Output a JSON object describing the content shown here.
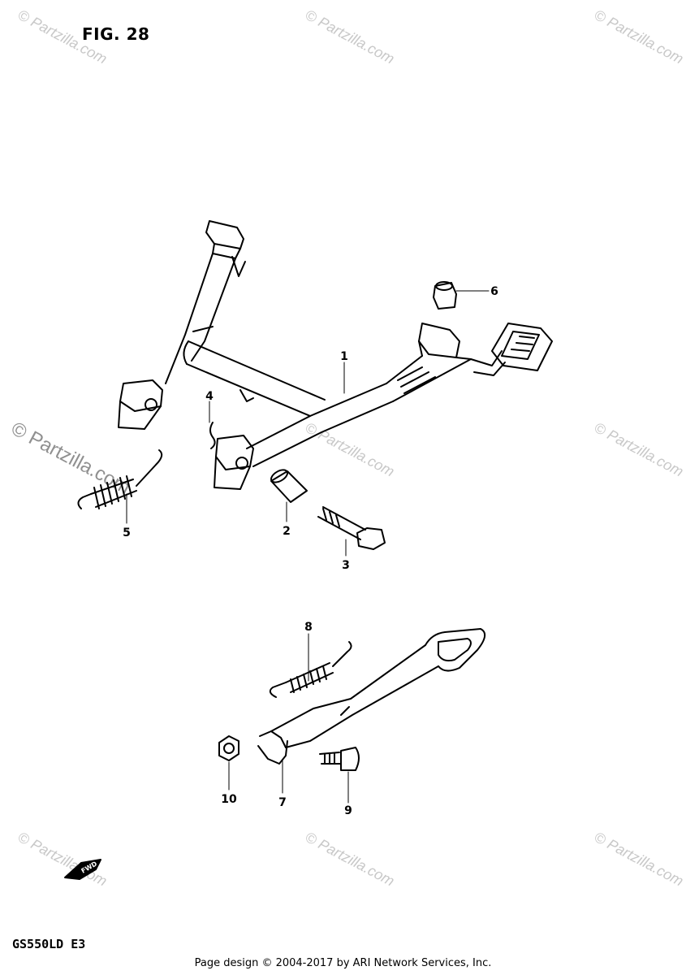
{
  "figure_title": "FIG. 28",
  "model_code": "GS550LD  E3",
  "footer_text": "Page design © 2004-2017 by ARI Network Services, Inc.",
  "watermark": {
    "text": "© Partzilla.com",
    "large_text": "© Partzilla.com"
  },
  "direction_badge": "FWD",
  "callouts": [
    {
      "number": "1"
    },
    {
      "number": "2"
    },
    {
      "number": "3"
    },
    {
      "number": "4"
    },
    {
      "number": "5"
    },
    {
      "number": "6"
    },
    {
      "number": "7"
    },
    {
      "number": "8"
    },
    {
      "number": "9"
    },
    {
      "number": "10"
    }
  ]
}
